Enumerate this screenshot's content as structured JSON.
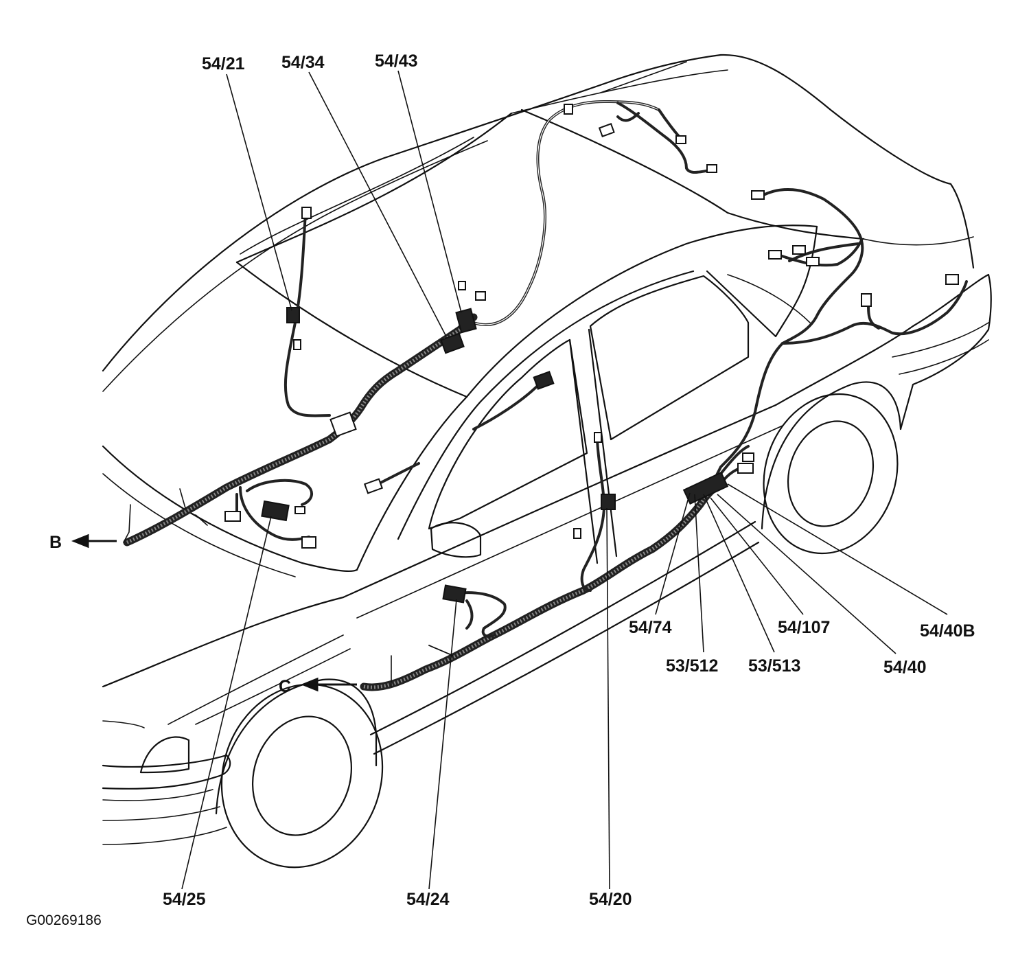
{
  "callouts": {
    "c_54_21": "54/21",
    "c_54_34": "54/34",
    "c_54_43": "54/43",
    "c_54_74": "54/74",
    "c_53_512": "53/512",
    "c_53_513": "53/513",
    "c_54_107": "54/107",
    "c_54_40": "54/40",
    "c_54_40B": "54/40B",
    "c_54_25": "54/25",
    "c_54_24": "54/24",
    "c_54_20": "54/20"
  },
  "direction_arrows": {
    "b": "B",
    "c": "C"
  },
  "figure_code": "G00269186"
}
